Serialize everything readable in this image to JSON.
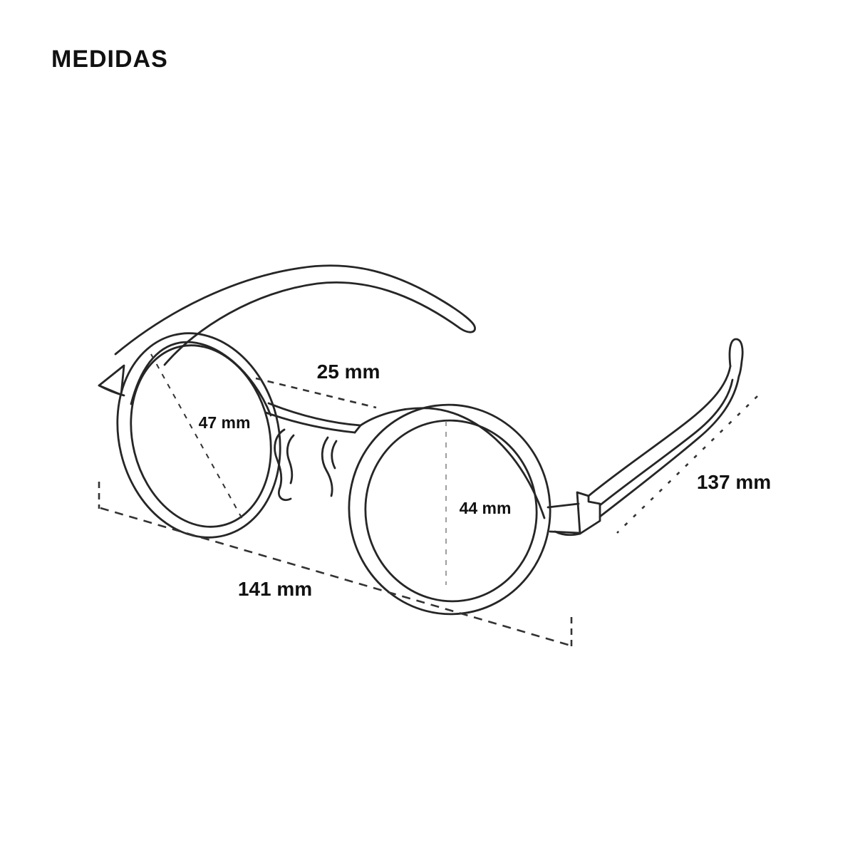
{
  "page": {
    "title": "MEDIDAS"
  },
  "colors": {
    "background": "#ffffff",
    "line": "#262626",
    "text": "#111111",
    "dim_line": "#333333",
    "light_dim_line": "#8d8d8d"
  },
  "diagram": {
    "subject": "eyeglasses-frame-line-drawing",
    "measurements": {
      "bridge_width": {
        "label": "25 mm",
        "value": 25,
        "unit": "mm"
      },
      "lens_diameter": {
        "label": "47 mm",
        "value": 47,
        "unit": "mm"
      },
      "lens_height": {
        "label": "44 mm",
        "value": 44,
        "unit": "mm"
      },
      "frame_width": {
        "label": "141 mm",
        "value": 141,
        "unit": "mm"
      },
      "temple_length": {
        "label": "137 mm",
        "value": 137,
        "unit": "mm"
      }
    }
  }
}
